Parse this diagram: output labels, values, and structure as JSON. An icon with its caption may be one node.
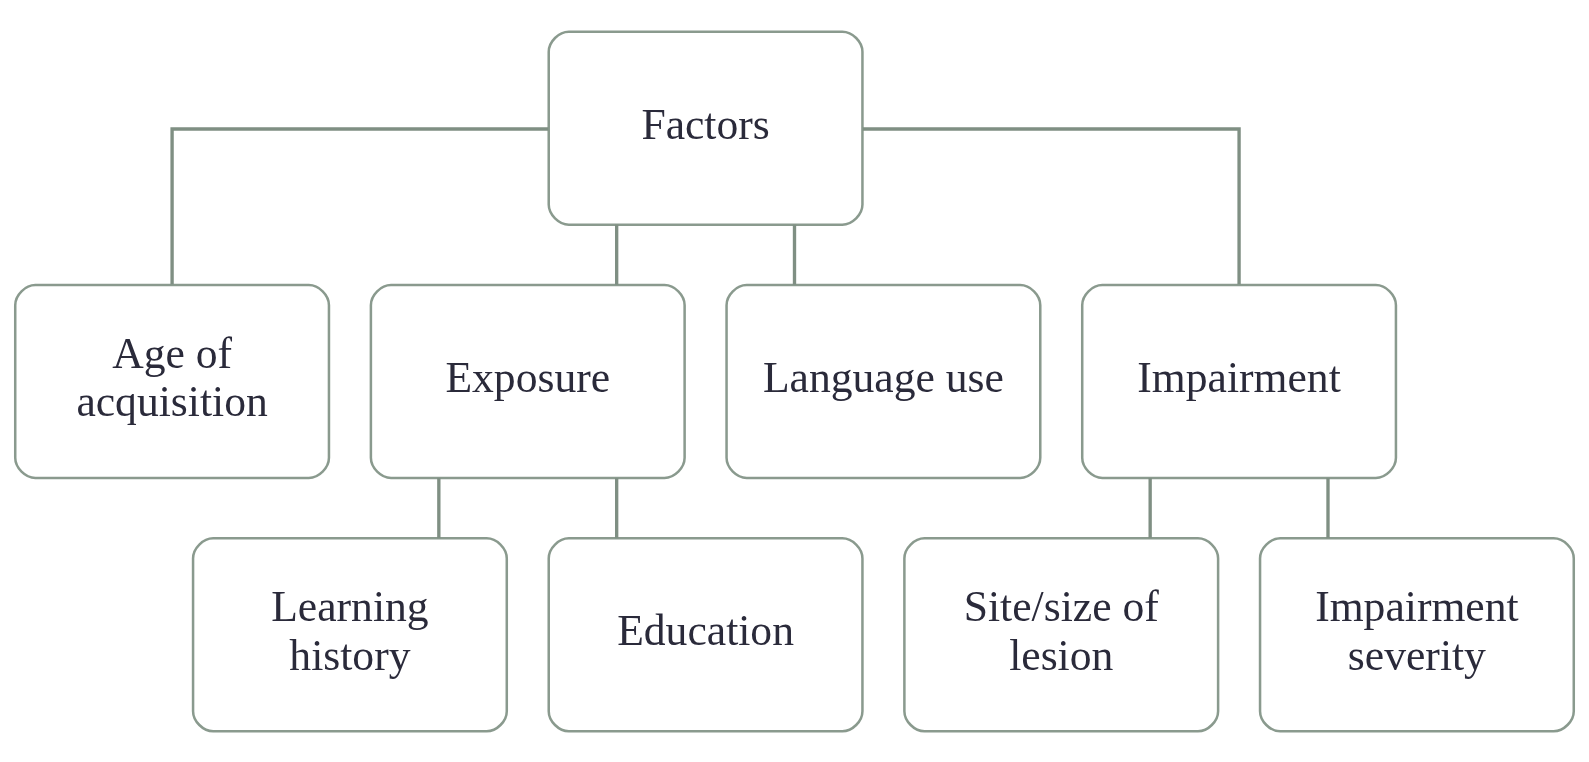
{
  "diagram": {
    "nodes": [
      {
        "text": [
          "Factors"
        ]
      },
      {
        "text": [
          "Age of acquisition"
        ]
      },
      {
        "text": [
          "Exposure"
        ]
      },
      {
        "text": [
          "Language use"
        ]
      },
      {
        "text": [
          "Impairment"
        ]
      },
      {
        "text": [
          "Learning history"
        ]
      },
      {
        "text": [
          "Education"
        ]
      },
      {
        "text": [
          "Site/size of lesion"
        ]
      },
      {
        "text": [
          "Impairment severity"
        ]
      }
    ],
    "edges": [
      {
        "from": 0,
        "to": 1,
        "arrow": "none"
      },
      {
        "from": 0,
        "to": 2,
        "arrow": "none"
      },
      {
        "from": 0,
        "to": 3,
        "arrow": "none"
      },
      {
        "from": 0,
        "to": 4,
        "arrow": "none"
      },
      {
        "from": 2,
        "to": 5,
        "arrow": "none"
      },
      {
        "from": 2,
        "to": 6,
        "arrow": "none"
      },
      {
        "from": 4,
        "to": 7,
        "arrow": "none"
      },
      {
        "from": 4,
        "to": 8,
        "arrow": "none"
      }
    ]
  }
}
